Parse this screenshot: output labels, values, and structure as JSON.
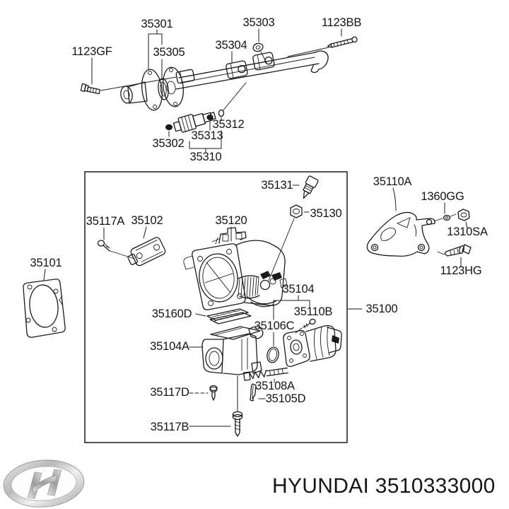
{
  "title": "Hyundai 3510333000 throttle body exploded parts diagram",
  "footer": {
    "text": "HYUNDAI 3510333000"
  },
  "icons": {
    "logo": "hyundai-logo-icon"
  },
  "labels": {
    "35301": "35301",
    "35305": "35305",
    "1123GF": "1123GF",
    "35304": "35304",
    "35303": "35303",
    "1123BB": "1123BB",
    "35302": "35302",
    "35313": "35313",
    "35312": "35312",
    "35310": "35310",
    "35131": "35131",
    "35130": "35130",
    "35117A": "35117A",
    "35102": "35102",
    "35120": "35120",
    "35104": "35104",
    "35110B": "35110B",
    "35106C": "35106C",
    "35160D": "35160D",
    "35104A": "35104A",
    "35117D": "35117D",
    "35117B": "35117B",
    "35108A": "35108A",
    "35105D": "35105D",
    "35100": "35100",
    "35101": "35101",
    "35110A": "35110A",
    "1360GG": "1360GG",
    "1310SA": "1310SA",
    "1123HG": "1123HG"
  }
}
